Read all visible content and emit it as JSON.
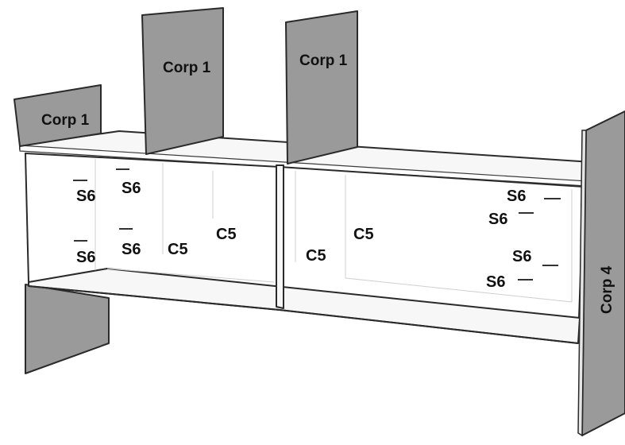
{
  "labels": {
    "corp_left": "Corp 1",
    "corp_mid_left": "Corp 1",
    "corp_mid_right": "Corp 1",
    "corp_right": "Corp 4",
    "s6_a": "S6",
    "s6_b": "S6",
    "s6_c": "S6",
    "s6_d": "S6",
    "c5_a": "C5",
    "c5_b": "C5",
    "c5_c": "C5",
    "c5_d": "C5",
    "s6_e": "S6",
    "s6_f": "S6",
    "s6_g": "S6",
    "s6_h": "S6"
  },
  "colors": {
    "panel": "#9a9a9a",
    "outline": "#2a2a2a",
    "board": "#f7f7f7"
  }
}
